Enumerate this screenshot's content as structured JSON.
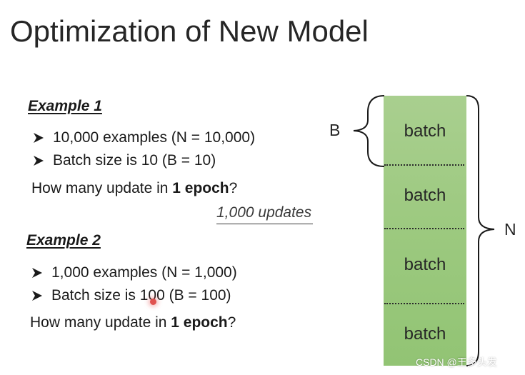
{
  "title": "Optimization of New Model",
  "example1": {
    "heading": "Example 1",
    "bullets": [
      "10,000 examples (N = 10,000)",
      "Batch size is 10 (B = 10)"
    ],
    "question_prefix": "How many update in ",
    "question_bold": "1 epoch",
    "question_suffix": "?",
    "answer": "1,000 updates"
  },
  "example2": {
    "heading": "Example 2",
    "bullets": [
      "1,000 examples (N = 1,000)",
      "Batch size is 100 (B = 100)"
    ],
    "question_prefix": "How many update in ",
    "question_bold": "1 epoch",
    "question_suffix": "?"
  },
  "diagram": {
    "batches": [
      "batch",
      "batch",
      "batch",
      "batch"
    ],
    "b_label": "B",
    "n_label": "N",
    "batch_color": "#9cc97f"
  },
  "watermark": "CSDN @王多头发",
  "icons": {
    "bullet": "arrow-bullet-icon"
  }
}
